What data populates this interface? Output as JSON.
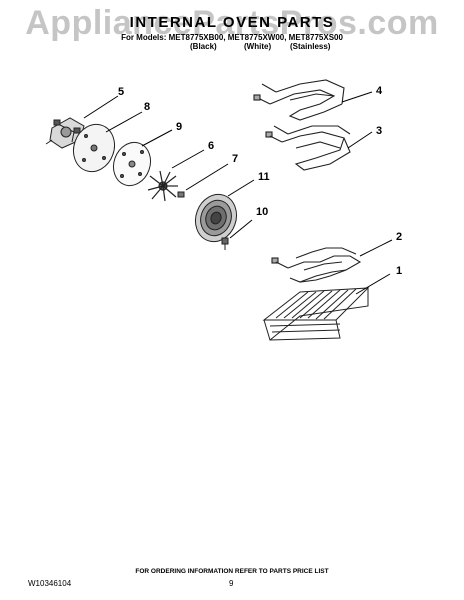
{
  "watermark": "AppliancePartsPros.com",
  "header": {
    "title": "INTERNAL OVEN PARTS",
    "models_line": "For Models: MET8775XB00, MET8775XW00, MET8775XS00",
    "variants": [
      "(Black)",
      "(White)",
      "(Stainless)"
    ]
  },
  "callouts": [
    "1",
    "2",
    "3",
    "4",
    "5",
    "6",
    "7",
    "8",
    "9",
    "10",
    "11"
  ],
  "footer": {
    "ordering_note": "FOR ORDERING INFORMATION REFER TO PARTS PRICE LIST",
    "document_number": "W10346104",
    "page_number": "9"
  }
}
